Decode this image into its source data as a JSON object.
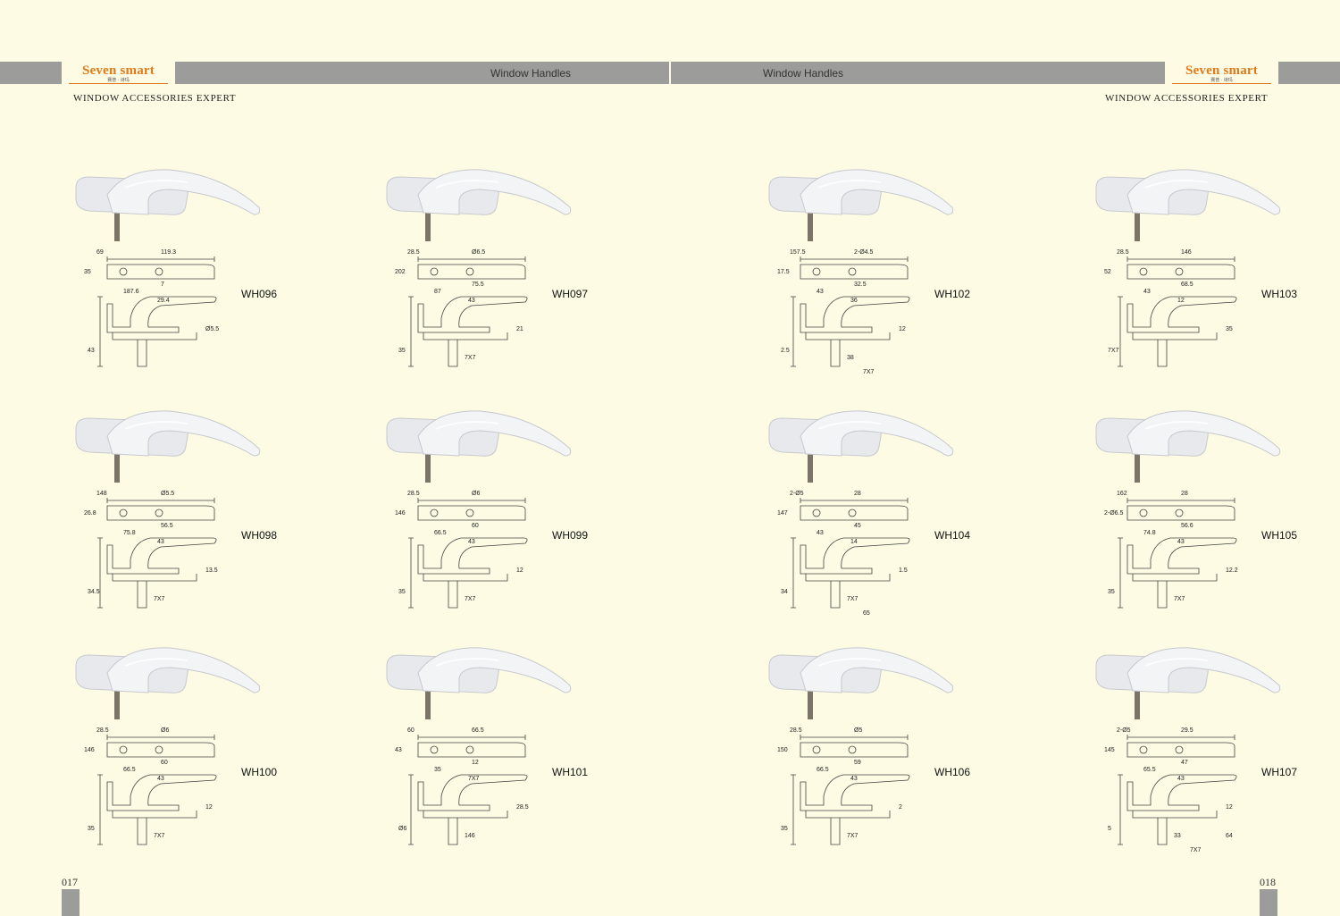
{
  "header": {
    "left_title": "Window Handles",
    "right_title": "Window Handles",
    "brand_main": "Seven smart",
    "brand_sub": "赛普 · 诗玛",
    "tagline": "WINDOW ACCESSORIES EXPERT"
  },
  "pages": {
    "left": "017",
    "right": "018"
  },
  "products": [
    {
      "model": "WH096",
      "dims": [
        "69",
        "119.3",
        "35",
        "7",
        "187.6",
        "29.4",
        "Ø5.5",
        "43"
      ]
    },
    {
      "model": "WH097",
      "dims": [
        "28.5",
        "Ø6.5",
        "202",
        "75.5",
        "87",
        "43",
        "21",
        "35",
        "7X7"
      ]
    },
    {
      "model": "WH102",
      "dims": [
        "157.5",
        "2-Ø4.5",
        "17.5",
        "32.5",
        "43",
        "36",
        "12",
        "2.5",
        "38",
        "7X7"
      ]
    },
    {
      "model": "WH103",
      "dims": [
        "28.5",
        "146",
        "52",
        "68.5",
        "43",
        "12",
        "35",
        "7X7"
      ]
    },
    {
      "model": "WH098",
      "dims": [
        "148",
        "Ø5.5",
        "26.8",
        "56.5",
        "75.8",
        "43",
        "13.5",
        "34.5",
        "7X7"
      ]
    },
    {
      "model": "WH099",
      "dims": [
        "28.5",
        "Ø6",
        "146",
        "60",
        "66.5",
        "43",
        "12",
        "35",
        "7X7"
      ]
    },
    {
      "model": "WH104",
      "dims": [
        "2-Ø5",
        "28",
        "147",
        "45",
        "43",
        "14",
        "1.5",
        "34",
        "7X7",
        "65"
      ]
    },
    {
      "model": "WH105",
      "dims": [
        "162",
        "28",
        "2-Ø6.5",
        "56.6",
        "74.8",
        "43",
        "12.2",
        "35",
        "7X7"
      ]
    },
    {
      "model": "WH100",
      "dims": [
        "28.5",
        "Ø6",
        "146",
        "60",
        "66.5",
        "43",
        "12",
        "35",
        "7X7"
      ]
    },
    {
      "model": "WH101",
      "dims": [
        "60",
        "66.5",
        "43",
        "12",
        "35",
        "7X7",
        "28.5",
        "Ø6",
        "146"
      ]
    },
    {
      "model": "WH106",
      "dims": [
        "28.5",
        "Ø5",
        "150",
        "59",
        "66.5",
        "43",
        "2",
        "35",
        "7X7"
      ]
    },
    {
      "model": "WH107",
      "dims": [
        "2-Ø5",
        "29.5",
        "145",
        "47",
        "65.5",
        "43",
        "12",
        "5",
        "33",
        "7X7",
        "64"
      ]
    }
  ]
}
